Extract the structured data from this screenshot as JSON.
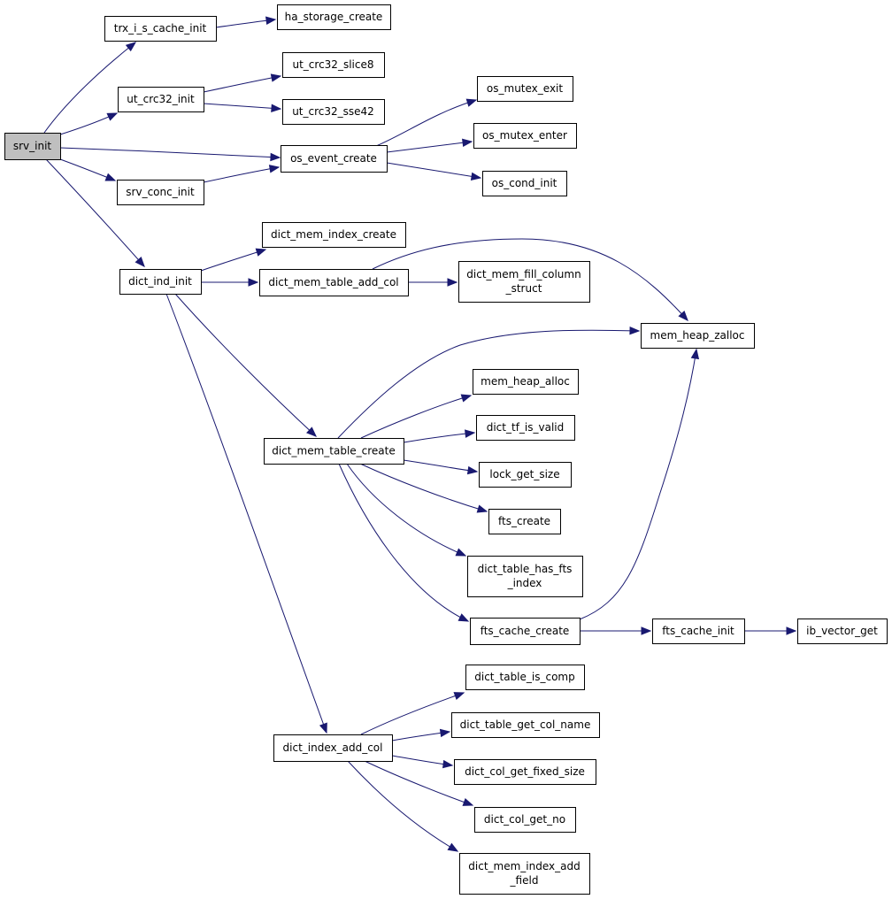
{
  "graph": {
    "nodes": [
      {
        "id": "srv_init",
        "lines": [
          "srv_init"
        ],
        "root": true
      },
      {
        "id": "trx_i_s_cache_init",
        "lines": [
          "trx_i_s_cache_init"
        ]
      },
      {
        "id": "ha_storage_create",
        "lines": [
          "ha_storage_create"
        ]
      },
      {
        "id": "ut_crc32_init",
        "lines": [
          "ut_crc32_init"
        ]
      },
      {
        "id": "ut_crc32_slice8",
        "lines": [
          "ut_crc32_slice8"
        ]
      },
      {
        "id": "ut_crc32_sse42",
        "lines": [
          "ut_crc32_sse42"
        ]
      },
      {
        "id": "os_event_create",
        "lines": [
          "os_event_create"
        ]
      },
      {
        "id": "os_mutex_exit",
        "lines": [
          "os_mutex_exit"
        ]
      },
      {
        "id": "os_mutex_enter",
        "lines": [
          "os_mutex_enter"
        ]
      },
      {
        "id": "os_cond_init",
        "lines": [
          "os_cond_init"
        ]
      },
      {
        "id": "srv_conc_init",
        "lines": [
          "srv_conc_init"
        ]
      },
      {
        "id": "dict_ind_init",
        "lines": [
          "dict_ind_init"
        ]
      },
      {
        "id": "dict_mem_index_create",
        "lines": [
          "dict_mem_index_create"
        ]
      },
      {
        "id": "dict_mem_table_add_col",
        "lines": [
          "dict_mem_table_add_col"
        ]
      },
      {
        "id": "dict_mem_fill_column_struct",
        "lines": [
          "dict_mem_fill_column",
          "_struct"
        ]
      },
      {
        "id": "mem_heap_zalloc",
        "lines": [
          "mem_heap_zalloc"
        ]
      },
      {
        "id": "dict_mem_table_create",
        "lines": [
          "dict_mem_table_create"
        ]
      },
      {
        "id": "mem_heap_alloc",
        "lines": [
          "mem_heap_alloc"
        ]
      },
      {
        "id": "dict_tf_is_valid",
        "lines": [
          "dict_tf_is_valid"
        ]
      },
      {
        "id": "lock_get_size",
        "lines": [
          "lock_get_size"
        ]
      },
      {
        "id": "fts_create",
        "lines": [
          "fts_create"
        ]
      },
      {
        "id": "dict_table_has_fts_index",
        "lines": [
          "dict_table_has_fts",
          "_index"
        ]
      },
      {
        "id": "fts_cache_create",
        "lines": [
          "fts_cache_create"
        ]
      },
      {
        "id": "fts_cache_init",
        "lines": [
          "fts_cache_init"
        ]
      },
      {
        "id": "ib_vector_get",
        "lines": [
          "ib_vector_get"
        ]
      },
      {
        "id": "dict_index_add_col",
        "lines": [
          "dict_index_add_col"
        ]
      },
      {
        "id": "dict_table_is_comp",
        "lines": [
          "dict_table_is_comp"
        ]
      },
      {
        "id": "dict_table_get_col_name",
        "lines": [
          "dict_table_get_col_name"
        ]
      },
      {
        "id": "dict_col_get_fixed_size",
        "lines": [
          "dict_col_get_fixed_size"
        ]
      },
      {
        "id": "dict_col_get_no",
        "lines": [
          "dict_col_get_no"
        ]
      },
      {
        "id": "dict_mem_index_add_field",
        "lines": [
          "dict_mem_index_add",
          "_field"
        ]
      }
    ],
    "edges": [
      [
        "srv_init",
        "trx_i_s_cache_init"
      ],
      [
        "srv_init",
        "ut_crc32_init"
      ],
      [
        "srv_init",
        "os_event_create"
      ],
      [
        "srv_init",
        "srv_conc_init"
      ],
      [
        "srv_init",
        "dict_ind_init"
      ],
      [
        "trx_i_s_cache_init",
        "ha_storage_create"
      ],
      [
        "ut_crc32_init",
        "ut_crc32_slice8"
      ],
      [
        "ut_crc32_init",
        "ut_crc32_sse42"
      ],
      [
        "os_event_create",
        "os_mutex_exit"
      ],
      [
        "os_event_create",
        "os_mutex_enter"
      ],
      [
        "os_event_create",
        "os_cond_init"
      ],
      [
        "srv_conc_init",
        "os_event_create"
      ],
      [
        "dict_ind_init",
        "dict_mem_index_create"
      ],
      [
        "dict_ind_init",
        "dict_mem_table_add_col"
      ],
      [
        "dict_ind_init",
        "dict_mem_table_create"
      ],
      [
        "dict_ind_init",
        "dict_index_add_col"
      ],
      [
        "dict_mem_table_add_col",
        "dict_mem_fill_column_struct"
      ],
      [
        "dict_mem_table_add_col",
        "mem_heap_zalloc"
      ],
      [
        "dict_mem_table_create",
        "mem_heap_zalloc"
      ],
      [
        "dict_mem_table_create",
        "mem_heap_alloc"
      ],
      [
        "dict_mem_table_create",
        "dict_tf_is_valid"
      ],
      [
        "dict_mem_table_create",
        "lock_get_size"
      ],
      [
        "dict_mem_table_create",
        "fts_create"
      ],
      [
        "dict_mem_table_create",
        "dict_table_has_fts_index"
      ],
      [
        "dict_mem_table_create",
        "fts_cache_create"
      ],
      [
        "fts_cache_create",
        "mem_heap_zalloc"
      ],
      [
        "fts_cache_create",
        "fts_cache_init"
      ],
      [
        "fts_cache_init",
        "ib_vector_get"
      ],
      [
        "dict_index_add_col",
        "dict_table_is_comp"
      ],
      [
        "dict_index_add_col",
        "dict_table_get_col_name"
      ],
      [
        "dict_index_add_col",
        "dict_col_get_fixed_size"
      ],
      [
        "dict_index_add_col",
        "dict_col_get_no"
      ],
      [
        "dict_index_add_col",
        "dict_mem_index_add_field"
      ]
    ],
    "colors": {
      "edge": "#191970",
      "root_fill": "#bfbfbf",
      "node_fill": "#ffffff",
      "border": "#000000"
    }
  }
}
